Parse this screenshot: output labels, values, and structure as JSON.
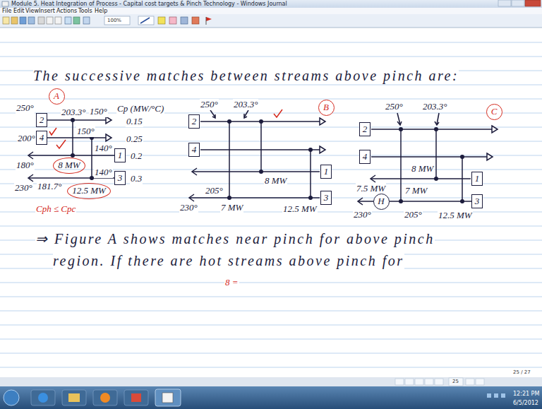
{
  "diagram": {
    "nodes": [
      {
        "text": [
          "A"
        ]
      },
      {
        "text": [
          "2"
        ]
      },
      {
        "text": [
          "4"
        ]
      },
      {
        "text": [
          "1"
        ]
      },
      {
        "text": [
          "8 MW"
        ]
      },
      {
        "text": [
          "3"
        ]
      },
      {
        "text": [
          "12.5 MW"
        ]
      },
      {
        "text": [
          "2"
        ]
      },
      {
        "text": [
          "B"
        ]
      },
      {
        "text": [
          "4"
        ]
      },
      {
        "text": [
          "1"
        ]
      },
      {
        "text": [
          "3"
        ]
      },
      {
        "text": [
          "C"
        ]
      },
      {
        "text": [
          "2"
        ]
      },
      {
        "text": [
          "4"
        ]
      },
      {
        "text": [
          "1"
        ]
      },
      {
        "text": [
          "H"
        ]
      },
      {
        "text": [
          "3"
        ]
      }
    ],
    "edges": [
      {
        "from": 17,
        "to": 16,
        "arrow": "none"
      }
    ],
    "labels": [
      "Module 5. Heat Integration of Process - Capital cost targets & Pinch Technology - Windows Journal",
      "File",
      "Edit",
      "View",
      "Insert",
      "Actions",
      "Tools",
      "Help",
      "100%",
      "The successive matches between streams above pinch are:",
      "250°",
      "203.3°",
      "150°",
      "Cp (MW/°C)",
      "0.15",
      "200°",
      "150°",
      "0.25",
      "140°",
      "0.2",
      "180°",
      "140°",
      "0.3",
      "230°",
      "181.7°",
      "Cph ≤ Cpc",
      "250°",
      "203.3°",
      "205°",
      "8 MW",
      "230°",
      "7 MW",
      "12.5 MW",
      "250°",
      "203.3°",
      "8 MW",
      "7.5 MW",
      "7 MW",
      "230°",
      "205°",
      "12.5 MW",
      "⇒ Figure A shows matches near pinch for above pinch",
      "region. If there are hot streams above pinch for",
      "8 =",
      "25 / 27",
      "25",
      "12:21 PM",
      "6/5/2012"
    ]
  }
}
